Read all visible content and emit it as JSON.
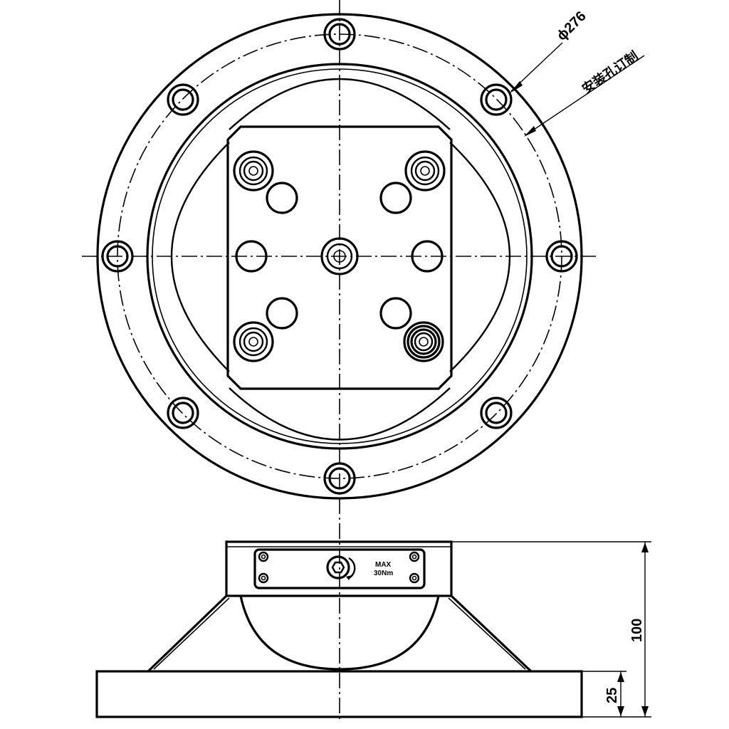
{
  "diagram": {
    "labels": {
      "diameter": "ϕ276",
      "hole_note": "安装孔订制",
      "plate_max": "MAX",
      "plate_torque": "30Nm",
      "height_total": "100",
      "height_base": "25"
    }
  }
}
